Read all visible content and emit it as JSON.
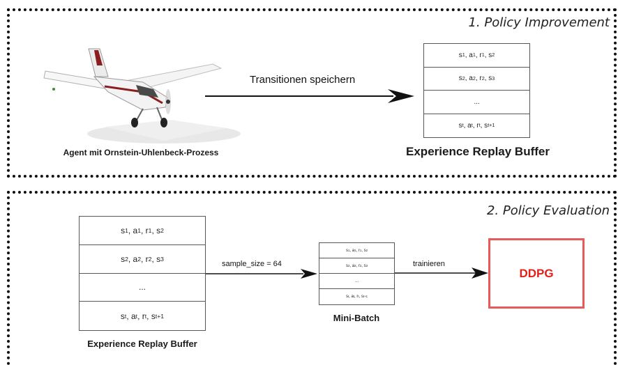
{
  "phase1": {
    "title": "1. Policy Improvement",
    "agent_label": "Agent mit Ornstein-Uhlenbeck-Prozess",
    "arrow_label": "Transitionen speichern",
    "buffer_title": "Experience Replay Buffer",
    "buffer_rows": [
      [
        [
          "s",
          "1"
        ],
        [
          ", a",
          "1"
        ],
        [
          ", r",
          "1"
        ],
        [
          ", s",
          "2"
        ]
      ],
      [
        [
          "s",
          "2"
        ],
        [
          ", a",
          "2"
        ],
        [
          ", r",
          "2"
        ],
        [
          ", s",
          "3"
        ]
      ],
      [
        [
          "...",
          ""
        ]
      ],
      [
        [
          "s",
          "t"
        ],
        [
          ", a",
          "t"
        ],
        [
          ", r",
          "t"
        ],
        [
          ", s",
          "t+1"
        ]
      ]
    ]
  },
  "phase2": {
    "title": "2. Policy Evaluation",
    "buffer_title": "Experience Replay Buffer",
    "buffer_rows": [
      [
        [
          "s",
          "1"
        ],
        [
          ", a",
          "1"
        ],
        [
          ", r",
          "1"
        ],
        [
          ", s",
          "2"
        ]
      ],
      [
        [
          "s",
          "2"
        ],
        [
          ", a",
          "2"
        ],
        [
          ", r",
          "2"
        ],
        [
          ", s",
          "3"
        ]
      ],
      [
        [
          "...",
          ""
        ]
      ],
      [
        [
          "s",
          "t"
        ],
        [
          ", a",
          "t"
        ],
        [
          ", r",
          "t"
        ],
        [
          ", s",
          "t+1"
        ]
      ]
    ],
    "sample_label": "sample_size = 64",
    "minibatch_title": "Mini-Batch",
    "minibatch_rows": [
      [
        [
          "s",
          "1"
        ],
        [
          ", a",
          "1"
        ],
        [
          ", r",
          "1"
        ],
        [
          ", s",
          "2"
        ]
      ],
      [
        [
          "s",
          "2"
        ],
        [
          ", a",
          "2"
        ],
        [
          ", r",
          "2"
        ],
        [
          ", s",
          "3"
        ]
      ],
      [
        [
          "...",
          ""
        ]
      ],
      [
        [
          "s",
          "t"
        ],
        [
          ", a",
          "t"
        ],
        [
          ", r",
          "t"
        ],
        [
          ", s",
          "t+1"
        ]
      ]
    ],
    "train_label": "trainieren",
    "model_label": "DDPG"
  },
  "colors": {
    "accent_red": "#e0201a",
    "border_red": "#e85a5a"
  },
  "icons": {
    "agent": "airplane-icon"
  }
}
